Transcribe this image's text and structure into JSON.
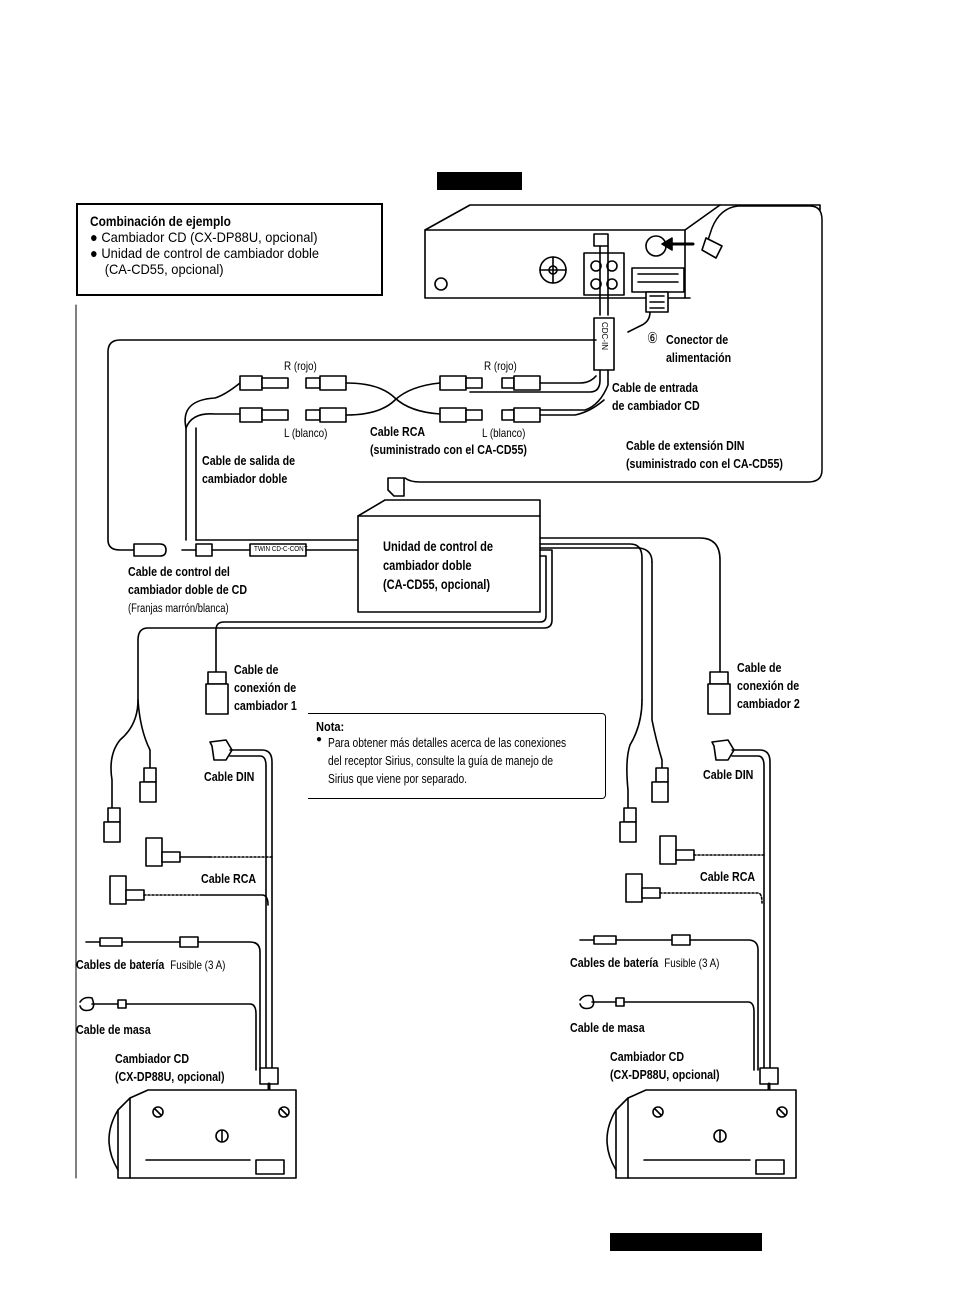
{
  "combination": {
    "title": "Combinación de ejemplo",
    "items": [
      "Cambiador CD (CX-DP88U, opcional)",
      "Unidad de control de cambiador doble",
      "(CA-CD55, opcional)"
    ]
  },
  "labels": {
    "power_connector_num": "⑥",
    "power_connector": "Conector de\nalimentación",
    "r_rojo_left": "R (rojo)",
    "r_rojo_right": "R (rojo)",
    "l_blanco_left": "L (blanco)",
    "l_blanco_right": "L (blanco)",
    "cdc_in_cable": "Cable de entrada\nde cambiador CD",
    "rca_cable": "Cable RCA\n(suministrado con el CA-CD55)",
    "din_ext_cable": "Cable de extensión DIN\n(suministrado con el CA-CD55)",
    "dual_out_cable": "Cable de salida de\ncambiador doble",
    "dual_ctrl_cable": "Cable de control del\ncambiador doble de CD",
    "dual_ctrl_stripes": "(Franjas marrón/blanca)",
    "twin_tag": "TWIN CD-C-CONT",
    "cdc_in_tag": "CDC-IN",
    "control_unit": "Unidad de control de\ncambiador doble\n(CA-CD55, opcional)",
    "changer1_conn": "Cable de\nconexión de\ncambiador 1",
    "changer2_conn": "Cable de\nconexión de\ncambiador 2"
  },
  "note": {
    "title": "Nota:",
    "text": "Para obtener más detalles acerca de las conexiones\ndel receptor Sirius, consulte la guía de manejo de\nSirius que viene por separado."
  },
  "left_changer": {
    "din_cable": "Cable DIN",
    "rca_cable": "Cable RCA",
    "battery": "Cables de batería",
    "fuse": "Fusible (3 A)",
    "ground": "Cable de masa",
    "changer": "Cambiador CD\n(CX-DP88U, opcional)"
  },
  "right_changer": {
    "din_cable": "Cable DIN",
    "rca_cable": "Cable RCA",
    "battery": "Cables de batería",
    "fuse": "Fusible (3 A)",
    "ground": "Cable de masa",
    "changer": "Cambiador CD\n(CX-DP88U, opcional)"
  }
}
